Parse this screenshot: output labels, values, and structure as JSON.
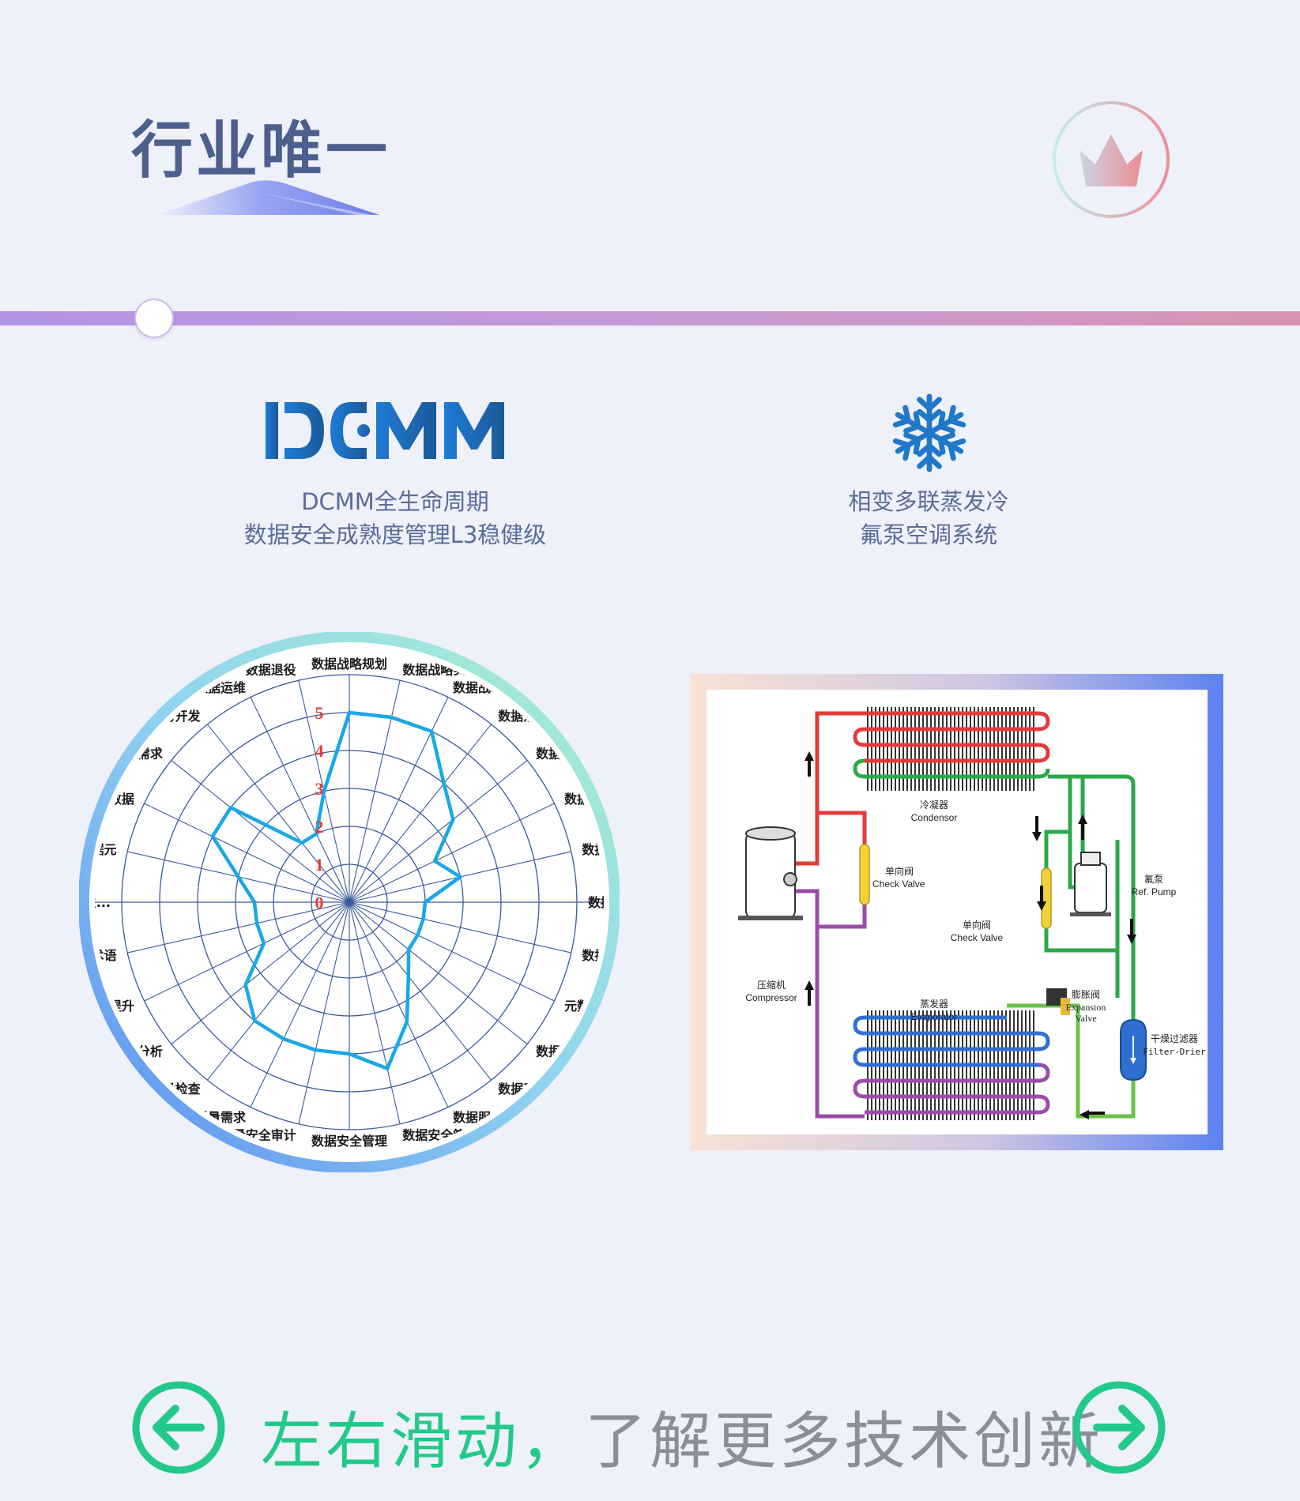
{
  "header": {
    "title": "行业唯一"
  },
  "features": [
    {
      "logo_text": "DCMM",
      "lines": [
        "DCMM全生命周期",
        "数据安全成熟度管理L3稳健级"
      ]
    },
    {
      "icon": "snowflake-icon",
      "lines": [
        "相变多联蒸发冷",
        "氟泵空调系统"
      ]
    }
  ],
  "radar": {
    "scale_labels": [
      "0",
      "1",
      "2",
      "3",
      "4",
      "5"
    ],
    "categories": [
      "数据战略规划",
      "数据战略实施",
      "数据战略评",
      "数据治理组",
      "数据制度",
      "数据治理",
      "数据模",
      "数据分",
      "数据集成",
      "元数据管",
      "数据分析",
      "数据开放共",
      "数据服务",
      "数据安全策略",
      "数据安全管理",
      "质量安全审计",
      "质量需求",
      "质量检查",
      "理分析",
      "提升",
      "术语",
      "主...",
      "据元",
      "数据",
      "需求",
      "与开发",
      "数据运维",
      "数据退役"
    ],
    "values": [
      5,
      5,
      5,
      4,
      3.5,
      2.5,
      3,
      2,
      2,
      2,
      2,
      2.5,
      3.5,
      4.5,
      4,
      4,
      4,
      4,
      3.5,
      2.5,
      2.5,
      2.5,
      3,
      4,
      4,
      2,
      2,
      3
    ]
  },
  "diagram": {
    "condenser": {
      "cn": "冷凝器",
      "en": "Condensor"
    },
    "check_valve_1": {
      "cn": "单向阀",
      "en": "Check Valve"
    },
    "check_valve_2": {
      "cn": "单向阀",
      "en": "Check Valve"
    },
    "pump": {
      "cn": "氟泵",
      "en": "Ref. Pump"
    },
    "compressor": {
      "cn": "压缩机",
      "en": "Compressor"
    },
    "evaporator": {
      "cn": "蒸发器",
      "en": "Evaporator"
    },
    "expansion": {
      "cn": "膨胀阀",
      "en1": "Expansion",
      "en2": "Valve"
    },
    "filter": {
      "cn": "干燥过滤器",
      "en": "Filter-Drier"
    }
  },
  "footer": {
    "text_strong": "左右滑动，",
    "text_rest": "了解更多技术创新",
    "left_icon": "arrow-left-icon",
    "right_icon": "arrow-right-icon"
  },
  "colors": {
    "title": "#4d5f8c",
    "accent_green": "#22c98a",
    "dcmm_blue": "#1e73c9",
    "radar_line": "#1aa7e6"
  }
}
